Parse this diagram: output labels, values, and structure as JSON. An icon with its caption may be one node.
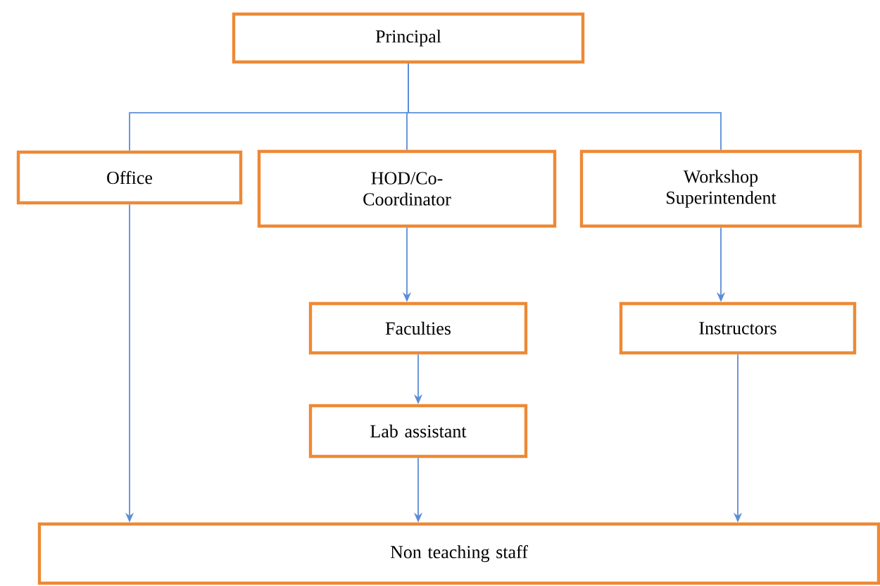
{
  "diagram": {
    "nodes": [
      {
        "text": [
          "Principal"
        ]
      },
      {
        "text": [
          "Office"
        ]
      },
      {
        "text": [
          "HOD/Co- Coordinator"
        ]
      },
      {
        "text": [
          "Workshop Superintendent"
        ]
      },
      {
        "text": [
          "Faculties"
        ]
      },
      {
        "text": [
          "Instructors"
        ]
      },
      {
        "text": [
          "Lab assistant"
        ]
      },
      {
        "text": [
          "Non teaching staff"
        ]
      }
    ],
    "edges": [
      {
        "from": 0,
        "to": 1,
        "arrow": "none"
      },
      {
        "from": 0,
        "to": 2,
        "arrow": "none"
      },
      {
        "from": 0,
        "to": 3,
        "arrow": "none"
      },
      {
        "from": 2,
        "to": 4,
        "arrow": "to"
      },
      {
        "from": 4,
        "to": 6,
        "arrow": "to"
      },
      {
        "from": 3,
        "to": 5,
        "arrow": "to"
      },
      {
        "from": 1,
        "to": 7,
        "arrow": "to"
      },
      {
        "from": 6,
        "to": 7,
        "arrow": "to"
      },
      {
        "from": 5,
        "to": 7,
        "arrow": "to"
      }
    ]
  }
}
